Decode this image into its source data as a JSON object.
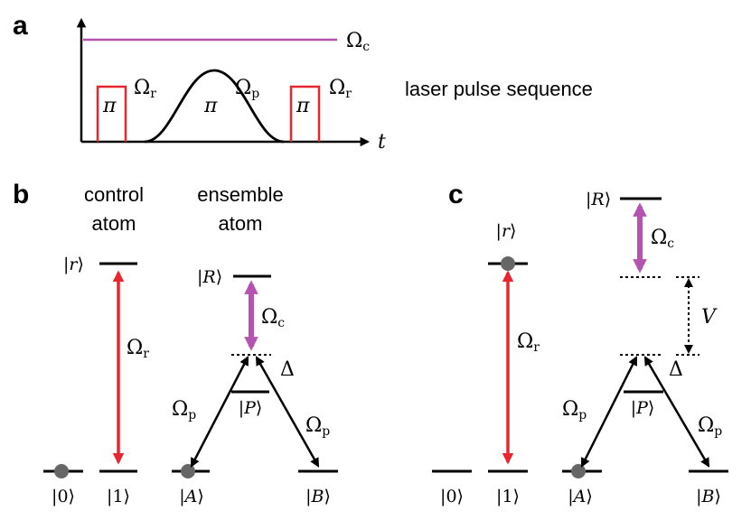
{
  "panels": {
    "a": {
      "label": "a",
      "caption": "laser pulse sequence",
      "time_axis": "t",
      "pi": "π"
    },
    "b": {
      "label": "b",
      "control": [
        "control",
        "atom"
      ],
      "ensemble": [
        "ensemble",
        "atom"
      ]
    },
    "c": {
      "label": "c"
    }
  },
  "symbols": {
    "omega": "Ω",
    "delta": "Δ",
    "V": "V",
    "sub_c": "c",
    "sub_r": "r",
    "sub_p": "p"
  },
  "states": {
    "zero": "|0⟩",
    "one": "|1⟩",
    "r": "|r⟩",
    "R": "|R⟩",
    "P": "|P⟩",
    "A": "|A⟩",
    "B": "|B⟩"
  },
  "colors": {
    "coupling": "#b554b0",
    "rydberg_pulse": "#e8262d",
    "probe": "#000000",
    "atom_dot": "#666666"
  }
}
